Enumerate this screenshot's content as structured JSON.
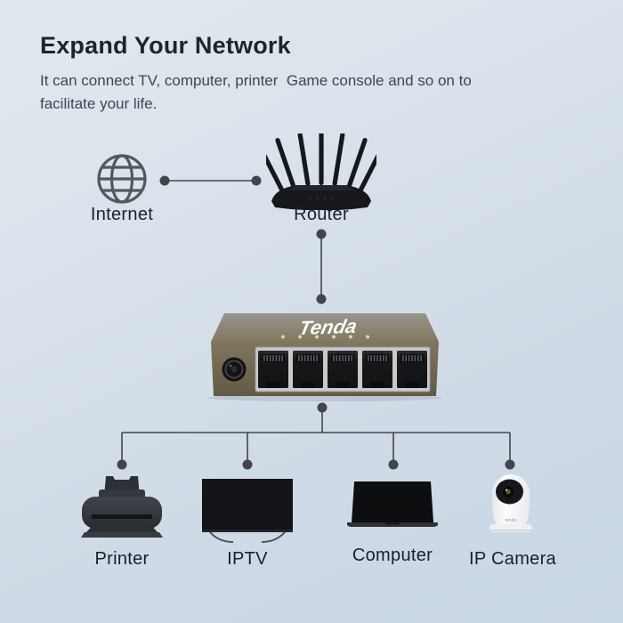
{
  "page": {
    "title": "Expand Your Network",
    "subtitle": "It can connect TV, computer, printer  Game console and so on to facilitate your life."
  },
  "colors": {
    "background_top": "#e2e8ef",
    "background_bottom": "#c9d6e4",
    "connector": "#43474d",
    "heading_text": "#1d242e",
    "body_text": "#3c4752",
    "label_text": "#18202a",
    "switch_top_face": "#8f8c84",
    "switch_front_face": "#756b53",
    "port_panel": "#c7c9cb",
    "device_dark": "#17181b",
    "camera_white": "#f5f6f8"
  },
  "nodes": {
    "internet": {
      "label": "Internet",
      "icon": "globe"
    },
    "router": {
      "label": "Router"
    },
    "switch": {
      "brand": "Tenda",
      "port_count": 5,
      "led_count": 6
    },
    "devices": [
      {
        "id": "printer",
        "label": "Printer"
      },
      {
        "id": "iptv",
        "label": "IPTV"
      },
      {
        "id": "computer",
        "label": "Computer"
      },
      {
        "id": "ip-camera",
        "label": "IP Camera"
      }
    ],
    "camera": {
      "brand": "tenda"
    }
  }
}
